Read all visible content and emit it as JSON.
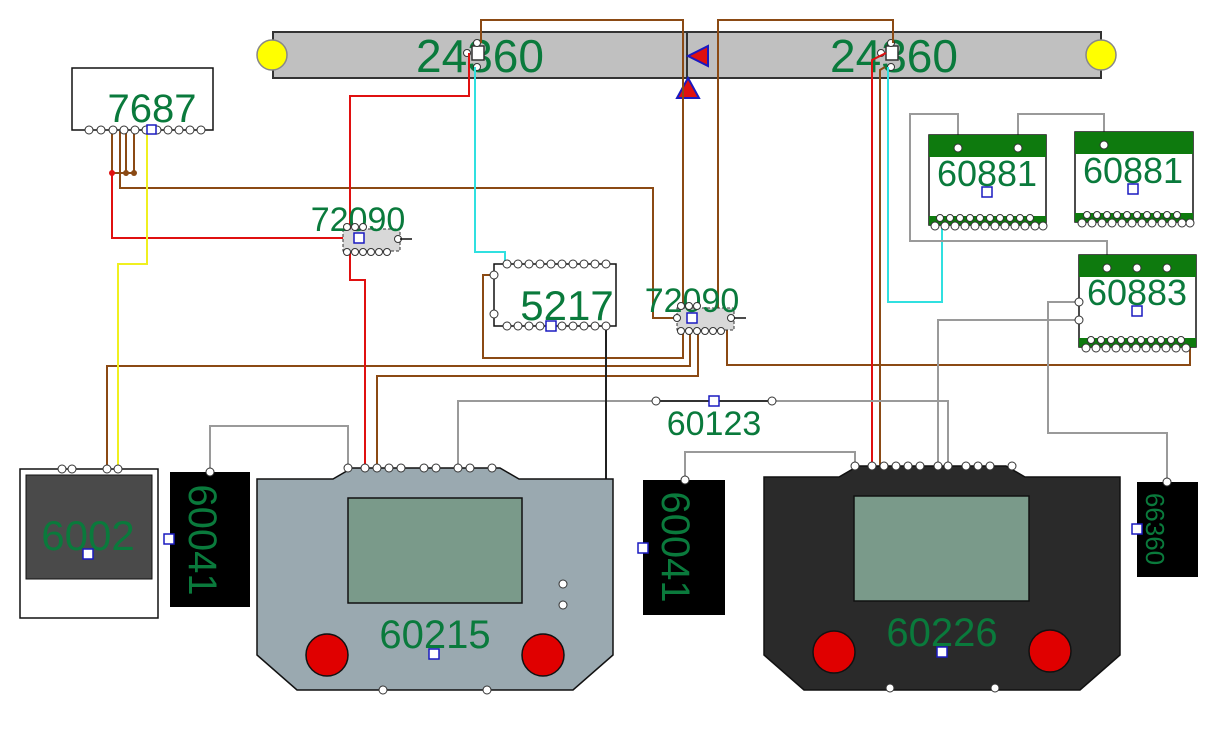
{
  "diagram": {
    "colors": {
      "label": "#0a7a3c",
      "track": "#c0c0c0",
      "wire_brown": "#8b4a14",
      "wire_red": "#e01010",
      "wire_cyan": "#30e0e0",
      "wire_yellow": "#f0f020",
      "wire_gray": "#9a9a9a",
      "wire_black": "#202020",
      "handle_light": "#9aa9b0",
      "handle_dark": "#2a2a2a",
      "screen": "#7a9a8a",
      "knob": "#e00000",
      "board_green": "#0e7a0e",
      "port": "#1a1ac0"
    },
    "tracks": [
      {
        "id": "track-left",
        "label": "24360"
      },
      {
        "id": "track-right",
        "label": "24360"
      }
    ],
    "components": {
      "c7687": "7687",
      "c72090a": "72090",
      "c72090b": "72090",
      "c5217": "5217",
      "c60881a": "60881",
      "c60881b": "60881",
      "c60883": "60883",
      "c60123": "60123",
      "c6002": "6002",
      "c60041a": "60041",
      "c60041b": "60041",
      "c60215": "60215",
      "c60226": "60226",
      "c66360": "66360"
    }
  }
}
